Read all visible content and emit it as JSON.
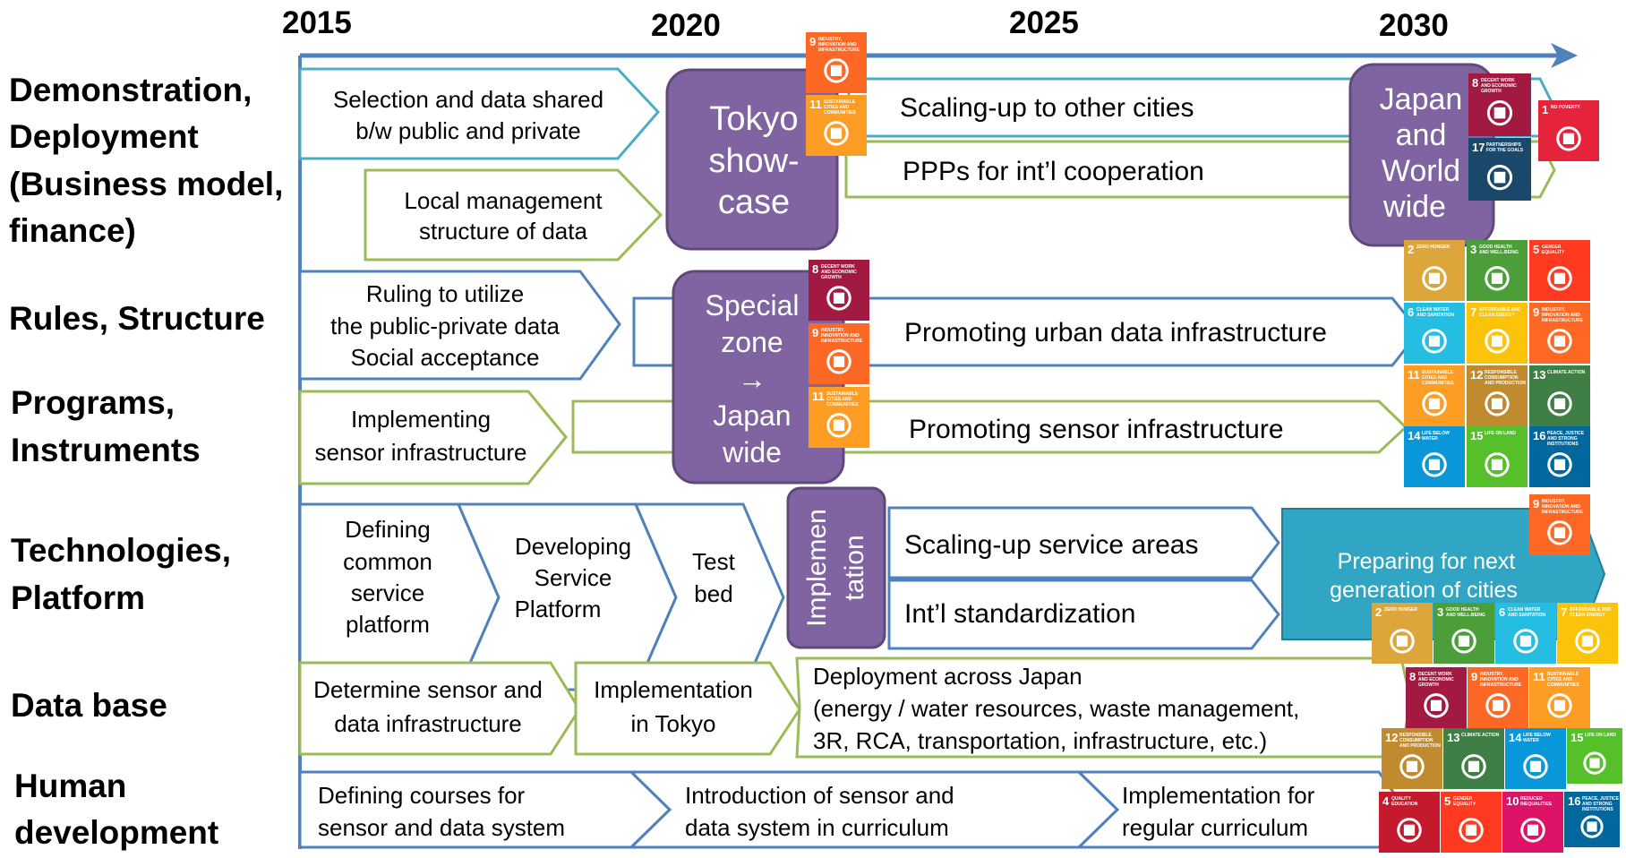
{
  "years": [
    "2015",
    "2020",
    "2025",
    "2030"
  ],
  "rows": {
    "demo": [
      "Demonstration,",
      "Deployment",
      "(Business model,",
      " finance)"
    ],
    "rules": [
      "Rules, Structure"
    ],
    "programs": [
      "Programs,",
      "Instruments"
    ],
    "tech": [
      "Technologies,",
      "Platform"
    ],
    "database": [
      "Data base"
    ],
    "human": [
      "Human",
      "development"
    ]
  },
  "boxes": {
    "selection": [
      "Selection and data shared",
      "b/w public and private"
    ],
    "local": [
      "Local management",
      "structure of data"
    ],
    "tokyo": [
      "Tokyo",
      "show-",
      "case"
    ],
    "scaling_cities": "Scaling-up to other cities",
    "ppps": "PPPs for int’l cooperation",
    "japan_world": [
      "Japan",
      "and",
      "World",
      "wide"
    ],
    "ruling": [
      "Ruling to utilize",
      "the public-private data",
      "Social acceptance"
    ],
    "special": [
      "Special",
      "zone",
      "→",
      "Japan",
      "wide"
    ],
    "urban": "Promoting urban data infrastructure",
    "implementing": [
      "Implementing",
      "sensor infrastructure"
    ],
    "sensor_infra": "Promoting sensor infrastructure",
    "defining": [
      "Defining",
      "common",
      "service",
      "platform"
    ],
    "developing": [
      "Developing",
      "Service",
      "Platform"
    ],
    "testbed": [
      "Test",
      "bed"
    ],
    "implementation": [
      "Implemen",
      "tation"
    ],
    "scaling_service": "Scaling-up service areas",
    "intl_std": "Int’l standardization",
    "preparing": [
      "Preparing  for next",
      "generation of cities"
    ],
    "determine": [
      "Determine sensor and",
      "data infrastructure"
    ],
    "impl_tokyo": [
      "Implementation",
      "in Tokyo"
    ],
    "deployment": [
      "Deployment across Japan",
      "(energy / water resources, waste management,",
      " 3R, RCA, transportation, infrastructure, etc.)"
    ],
    "courses": [
      "Defining courses for",
      "sensor and data system"
    ],
    "introduction": [
      "Introduction of sensor and",
      "data system in curriculum"
    ],
    "regular": [
      "Implementation for",
      "regular curriculum"
    ]
  },
  "sdg": {
    "1": {
      "num": "1",
      "label": "NO POVERTY",
      "color": "#E5243B"
    },
    "2": {
      "num": "2",
      "label": "ZERO HUNGER",
      "color": "#DDA63A"
    },
    "3": {
      "num": "3",
      "label": "GOOD HEALTH AND WELL-BEING",
      "color": "#4C9F38"
    },
    "4": {
      "num": "4",
      "label": "QUALITY EDUCATION",
      "color": "#C5192D"
    },
    "5": {
      "num": "5",
      "label": "GENDER EQUALITY",
      "color": "#FF3A21"
    },
    "6": {
      "num": "6",
      "label": "CLEAN WATER AND SANITATION",
      "color": "#26BDE2"
    },
    "7": {
      "num": "7",
      "label": "AFFORDABLE AND CLEAN ENERGY",
      "color": "#FCC30B"
    },
    "8": {
      "num": "8",
      "label": "DECENT WORK AND ECONOMIC GROWTH",
      "color": "#A21942"
    },
    "9": {
      "num": "9",
      "label": "INDUSTRY, INNOVATION AND INFRASTRUCTURE",
      "color": "#FD6925"
    },
    "10": {
      "num": "10",
      "label": "REDUCED INEQUALITIES",
      "color": "#DD1367"
    },
    "11": {
      "num": "11",
      "label": "SUSTAINABLE CITIES AND COMMUNITIES",
      "color": "#FD9D24"
    },
    "12": {
      "num": "12",
      "label": "RESPONSIBLE CONSUMPTION AND PRODUCTION",
      "color": "#BF8B2E"
    },
    "13": {
      "num": "13",
      "label": "CLIMATE ACTION",
      "color": "#3F7E44"
    },
    "14": {
      "num": "14",
      "label": "LIFE BELOW WATER",
      "color": "#0A97D9"
    },
    "15": {
      "num": "15",
      "label": "LIFE ON LAND",
      "color": "#56C02B"
    },
    "16": {
      "num": "16",
      "label": "PEACE, JUSTICE AND STRONG INSTITUTIONS",
      "color": "#00689D"
    },
    "17": {
      "num": "17",
      "label": "PARTNERSHIPS FOR THE GOALS",
      "color": "#19486A"
    }
  },
  "colors": {
    "blue_outline": "#4F81BD",
    "green_outline": "#9BBB59",
    "cyan_outline": "#4BACC6",
    "purple_fill": "#8064A2",
    "purple_border": "#5F497A",
    "teal_fill": "#31A5C4"
  }
}
